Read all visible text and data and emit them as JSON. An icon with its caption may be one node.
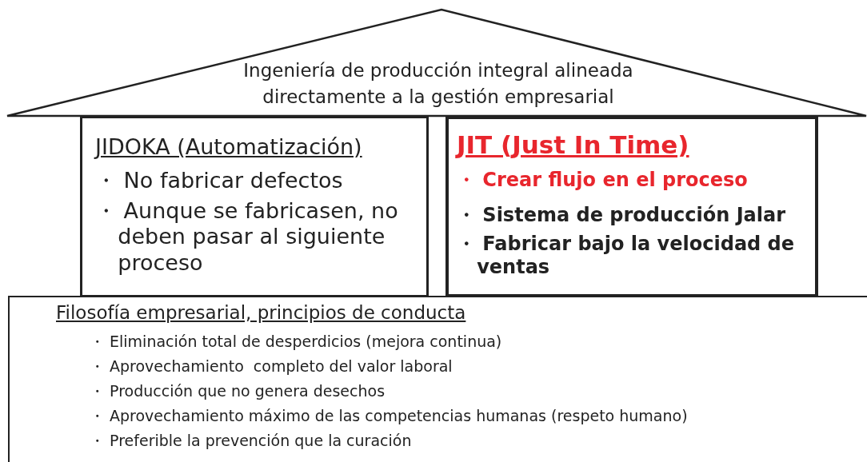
{
  "diagram": {
    "nodes": [
      {
        "text": [
          "Ingeniería de producción integral alineada directamente a la gestión empresarial"
        ]
      },
      {
        "text": [
          "JIDOKA (Automatización)",
          "・ No fabricar defectos",
          "・ Aunque se fabricasen, no deben pasar al siguiente proceso"
        ]
      },
      {
        "text": [
          "JIT (Just In Time)",
          "・ Crear flujo en el proceso",
          "・ Sistema de producción Jalar",
          "・ Fabricar bajo la velocidad de ventas"
        ]
      },
      {
        "text": [
          "Filosofía empresarial, principios de conducta",
          "・ Eliminación total de desperdicios (mejora continua)",
          "・ Aprovechamiento  completo del valor laboral",
          "・ Producción que no genera desechos",
          "・ Aprovechamiento máximo de las competencias humanas (respeto humano)",
          "・ Preferible la prevención que la curación"
        ]
      }
    ],
    "edges": []
  }
}
